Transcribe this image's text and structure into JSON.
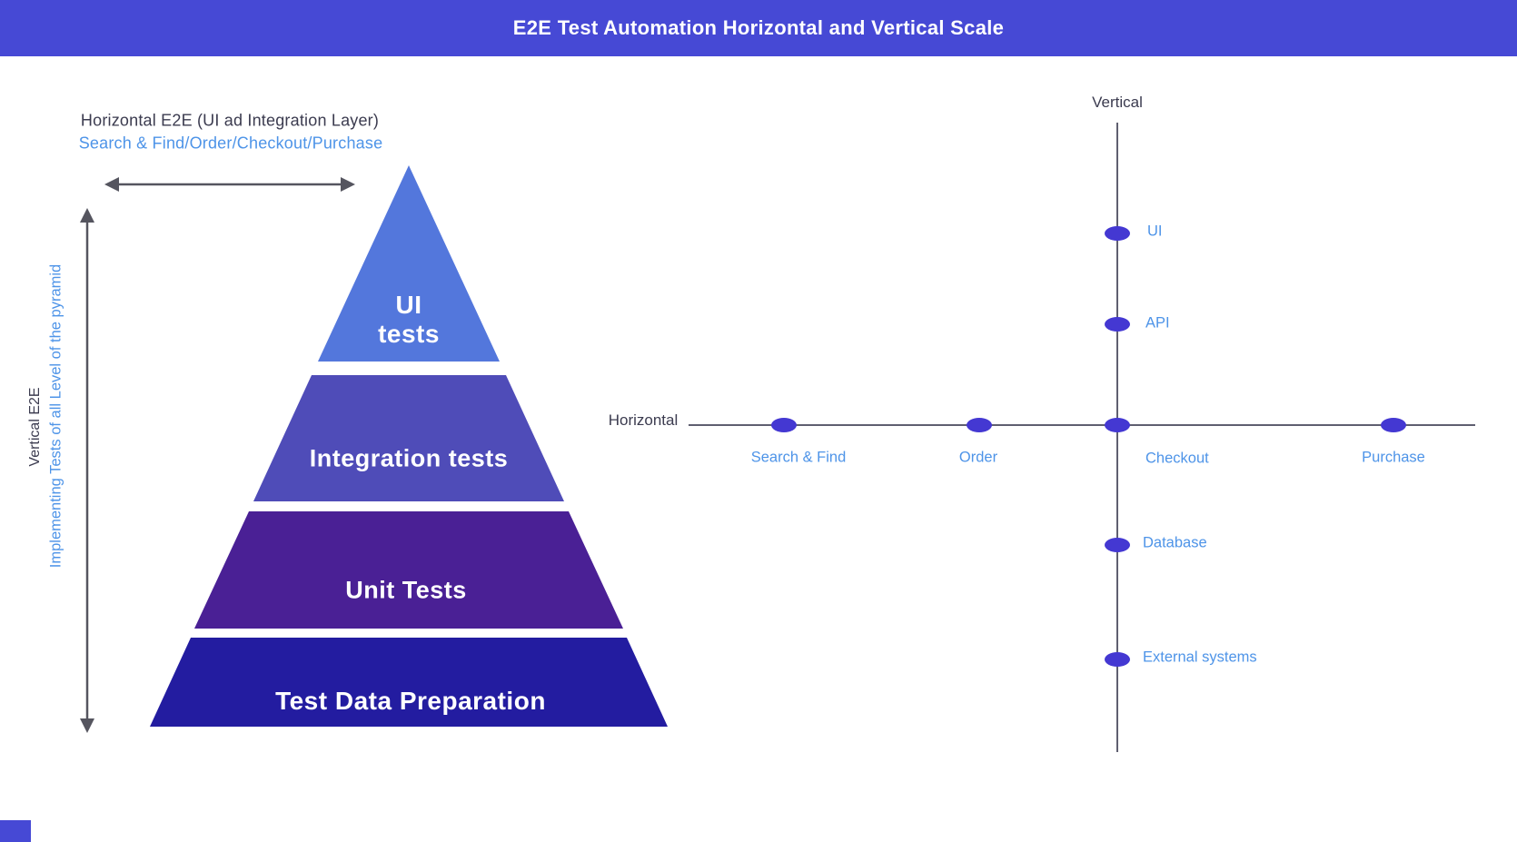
{
  "header": {
    "title": "E2E Test Automation Horizontal and Vertical Scale"
  },
  "colors": {
    "header_bg": "#4649D5",
    "dark_text": "#3B3B4F",
    "blue_text": "#4E94E8",
    "axis_gray": "#5F5F70",
    "arrow_gray": "#55555F",
    "dot_fill": "#4438D2",
    "corner_accent": "#4649D5"
  },
  "left_panel": {
    "horizontal_annotation_title": "Horizontal E2E (UI ad Integration Layer)",
    "horizontal_annotation_subtitle": "Search & Find/Order/Checkout/Purchase",
    "vertical_annotation_title": "Vertical E2E",
    "vertical_annotation_subtitle": "Implementing Tests of all Level of the pyramid"
  },
  "pyramid": {
    "layers": [
      {
        "label": "UI tests",
        "color": "#5377DC"
      },
      {
        "label": "Integration tests",
        "color": "#4F4CB8"
      },
      {
        "label": "Unit Tests",
        "color": "#4A2095"
      },
      {
        "label": "Test Data Preparation",
        "color": "#231CA0"
      }
    ]
  },
  "diagram": {
    "vertical_axis_label": "Vertical",
    "horizontal_axis_label": "Horizontal",
    "vertical_points": [
      {
        "label": "UI"
      },
      {
        "label": "API"
      },
      {
        "label": "Database"
      },
      {
        "label": "External systems"
      }
    ],
    "horizontal_points": [
      {
        "label": "Search & Find"
      },
      {
        "label": "Order"
      },
      {
        "label": "Checkout"
      },
      {
        "label": "Purchase"
      }
    ]
  }
}
